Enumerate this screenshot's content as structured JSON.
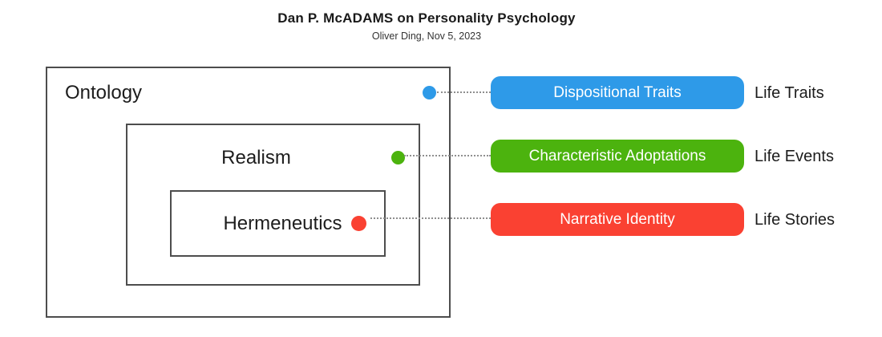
{
  "header": {
    "title": "Dan P. McADAMS on Personality Psychology",
    "subtitle": "Oliver Ding, Nov 5, 2023"
  },
  "diagram": {
    "boxes": {
      "outer": {
        "label": "Ontology"
      },
      "middle": {
        "label": "Realism"
      },
      "inner": {
        "label": "Hermeneutics"
      }
    },
    "rows": [
      {
        "pill_label": "Dispositional Traits",
        "side_label": "Life Traits",
        "color": "#2E9AE8"
      },
      {
        "pill_label": "Characteristic Adoptations",
        "side_label": "Life Events",
        "color": "#4CB30E"
      },
      {
        "pill_label": "Narrative Identity",
        "side_label": "Life Stories",
        "color": "#FA4132"
      }
    ],
    "colors": {
      "box_border": "#4d4d4d",
      "connector": "#8f8f8f",
      "pill_text": "#ffffff"
    }
  }
}
